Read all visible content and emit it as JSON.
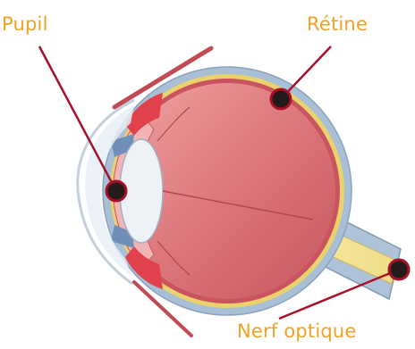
{
  "labels": {
    "pupil": "Pupil",
    "retine": "Rétine",
    "nerf_optique": "Nerf optique"
  },
  "colors": {
    "label_text": "#f0a224",
    "leader_line": "#a8102a",
    "marker_fill": "#231a1a",
    "marker_ring": "#a8102a",
    "sclera": "#a9bfd6",
    "retina": "#e8d06a",
    "eyeball": "#d86a70",
    "lens": "#eef2f7",
    "nerve": "#f3e59a"
  }
}
